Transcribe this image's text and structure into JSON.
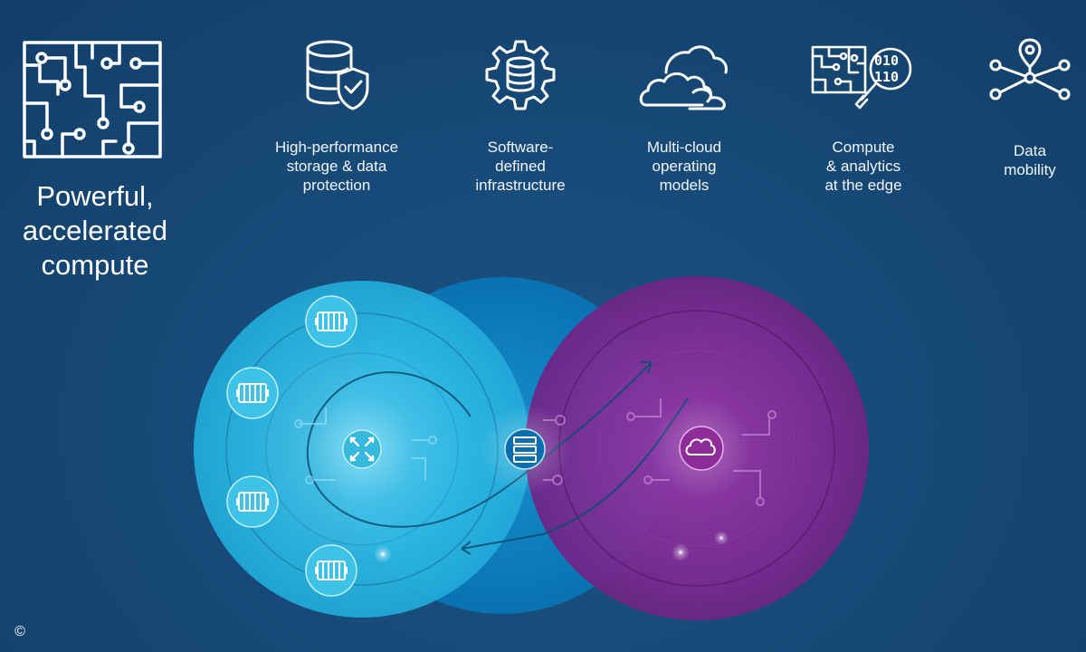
{
  "hero": {
    "title": "Powerful,\naccelerated\ncompute",
    "icon": "circuit-board-icon"
  },
  "features": [
    {
      "label": "High-performance\nstorage & data\nprotection",
      "icon": "database-shield-icon"
    },
    {
      "label": "Software-\ndefined\ninfrastructure",
      "icon": "database-gear-icon"
    },
    {
      "label": "Multi-cloud\noperating\nmodels",
      "icon": "clouds-icon"
    },
    {
      "label": "Compute\n& analytics\nat the edge",
      "icon": "circuit-magnifier-binary-icon"
    },
    {
      "label": "Data\nmobility",
      "icon": "network-location-icon"
    }
  ],
  "diagram": {
    "circles": [
      {
        "name": "compute-circle",
        "color": "#27b4e0"
      },
      {
        "name": "infrastructure-circle",
        "color": "#0a7fc0"
      },
      {
        "name": "cloud-circle",
        "color": "#7a2a8e"
      }
    ],
    "nodes": [
      {
        "name": "processor-node",
        "icon": "processor-icon"
      },
      {
        "name": "server-node",
        "icon": "server-stack-icon"
      },
      {
        "name": "cloud-node",
        "icon": "cloud-icon"
      }
    ],
    "satellites": [
      "gpu-card-icon",
      "gpu-card-icon",
      "gpu-card-icon",
      "gpu-card-icon"
    ]
  },
  "copyright": "©"
}
